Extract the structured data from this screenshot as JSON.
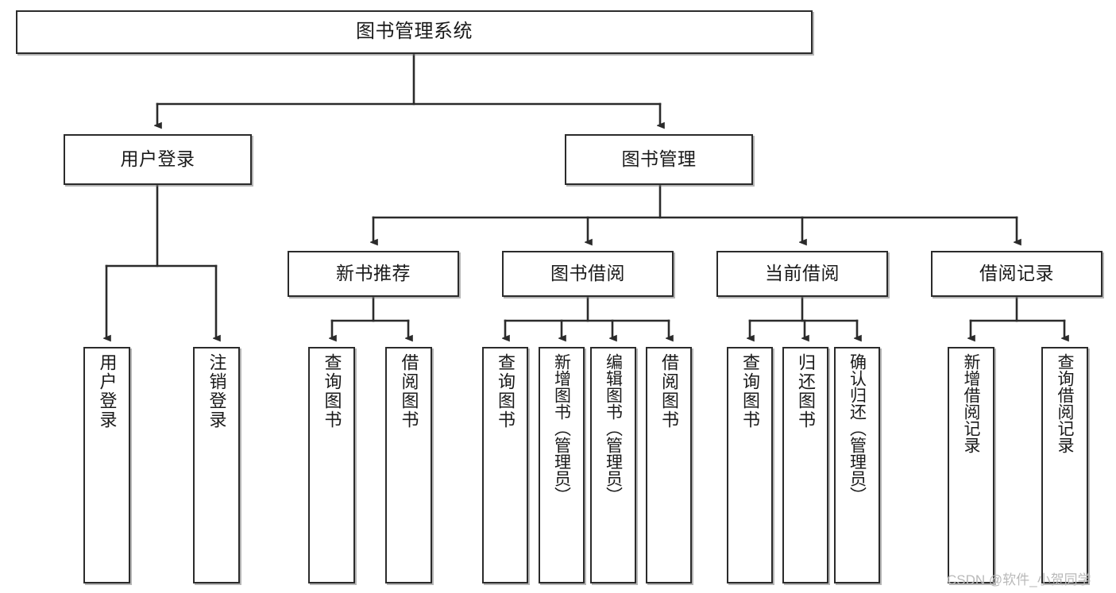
{
  "diagram": {
    "type": "tree-hierarchy",
    "title": "图书管理系统",
    "watermark": "CSDN @软件_小贺同学",
    "colors": {
      "box_border": "#2b2b2b",
      "box_fill": "#ffffff",
      "connector": "#2b2b2b",
      "watermark": "#b9b9b9"
    },
    "nodes": {
      "root": {
        "label": "图书管理系统"
      },
      "level2": [
        {
          "id": "user-login",
          "label": "用户登录"
        },
        {
          "id": "book-manage",
          "label": "图书管理"
        }
      ],
      "level3": [
        {
          "id": "new-book-recommend",
          "label": "新书推荐"
        },
        {
          "id": "book-borrow",
          "label": "图书借阅"
        },
        {
          "id": "current-borrow",
          "label": "当前借阅"
        },
        {
          "id": "borrow-record",
          "label": "借阅记录"
        }
      ],
      "leaves": {
        "user-login": [
          {
            "id": "leaf-user-login",
            "label": "用户登录"
          },
          {
            "id": "leaf-logout-login",
            "label": "注销登录"
          }
        ],
        "new-book-recommend": [
          {
            "id": "leaf-query-book-1",
            "label": "查询图书"
          },
          {
            "id": "leaf-borrow-book-1",
            "label": "借阅图书"
          }
        ],
        "book-borrow": [
          {
            "id": "leaf-query-book-2",
            "label": "查询图书"
          },
          {
            "id": "leaf-add-book-admin",
            "label": "新增图书（管理员）"
          },
          {
            "id": "leaf-edit-book-admin",
            "label": "编辑图书（管理员）"
          },
          {
            "id": "leaf-borrow-book-2",
            "label": "借阅图书"
          }
        ],
        "current-borrow": [
          {
            "id": "leaf-query-book-3",
            "label": "查询图书"
          },
          {
            "id": "leaf-return-book",
            "label": "归还图书"
          },
          {
            "id": "leaf-confirm-return-admin",
            "label": "确认归还（管理员）"
          }
        ],
        "borrow-record": [
          {
            "id": "leaf-add-borrow-record",
            "label": "新增借阅记录"
          },
          {
            "id": "leaf-query-borrow-record",
            "label": "查询借阅记录"
          }
        ]
      }
    }
  }
}
